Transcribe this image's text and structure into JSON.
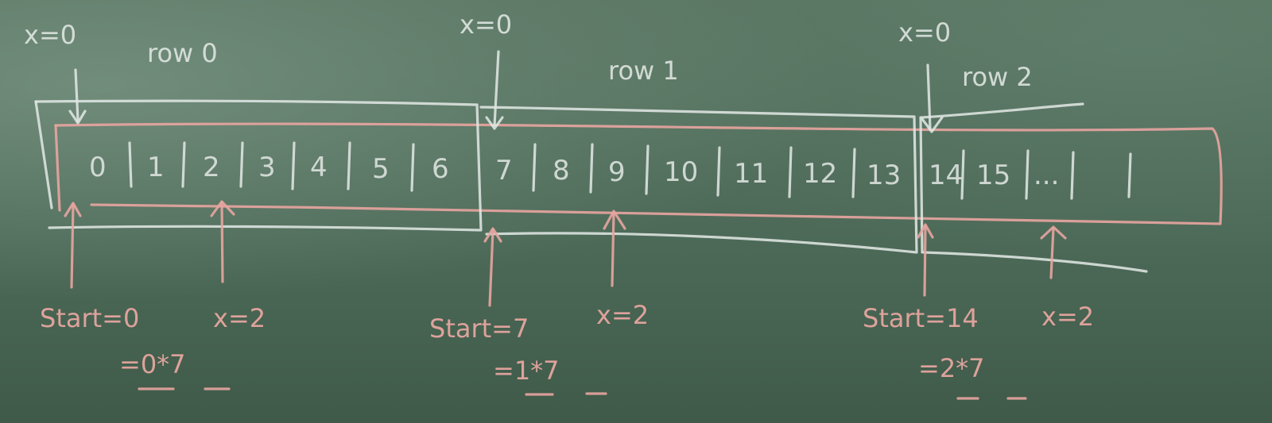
{
  "rows": [
    {
      "label": "row 0",
      "x_marker": "x=0",
      "start": "Start=0",
      "formula": "=0*7",
      "x2": "x=2"
    },
    {
      "label": "row 1",
      "x_marker": "x=0",
      "start": "Start=7",
      "formula": "=1*7",
      "x2": "x=2"
    },
    {
      "label": "row 2",
      "x_marker": "x=0",
      "start": "Start=14",
      "formula": "=2*7",
      "x2": "x=2"
    }
  ],
  "cells": [
    "0",
    "1",
    "2",
    "3",
    "4",
    "5",
    "6",
    "7",
    "8",
    "9",
    "10",
    "11",
    "12",
    "13",
    "14",
    "15",
    "...",
    ""
  ],
  "colors": {
    "board": "#4d6b5b",
    "chalk_white": "#dfe6e2",
    "chalk_pink": "#e8a5a0"
  }
}
